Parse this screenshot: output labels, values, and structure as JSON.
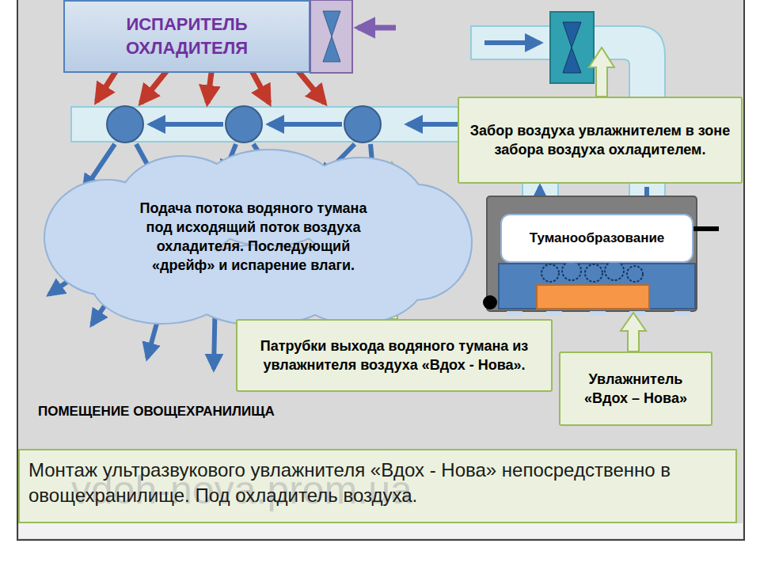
{
  "diagram": {
    "caption": "Монтаж ультразвукового увлажнителя «Вдох - Нова» непосредственно в овощехранилище. Под охладитель воздуха.",
    "nodes": [
      {
        "text": [
          "ИСПАРИТЕЛЬ ОХЛАДИТЕЛЯ"
        ]
      },
      {
        "text": [
          "Подача потока водяного тумана под исходящий поток воздуха охладителя. Последующий «дрейф» и испарение влаги."
        ]
      },
      {
        "text": [
          "Забор воздуха увлажнителем в зоне забора воздуха охладителем."
        ]
      },
      {
        "text": [
          "Туманообразование"
        ]
      },
      {
        "text": [
          "Патрубки выхода водяного тумана из увлажнителя воздуха «Вдох - Нова»."
        ]
      },
      {
        "text": [
          "Увлажнитель «Вдох – Нова»"
        ]
      }
    ],
    "labels": [
      "ПОМЕЩЕНИЕ ОВОЩЕХРАНИЛИЩА",
      "vdoh-nova.prom.ua"
    ]
  }
}
